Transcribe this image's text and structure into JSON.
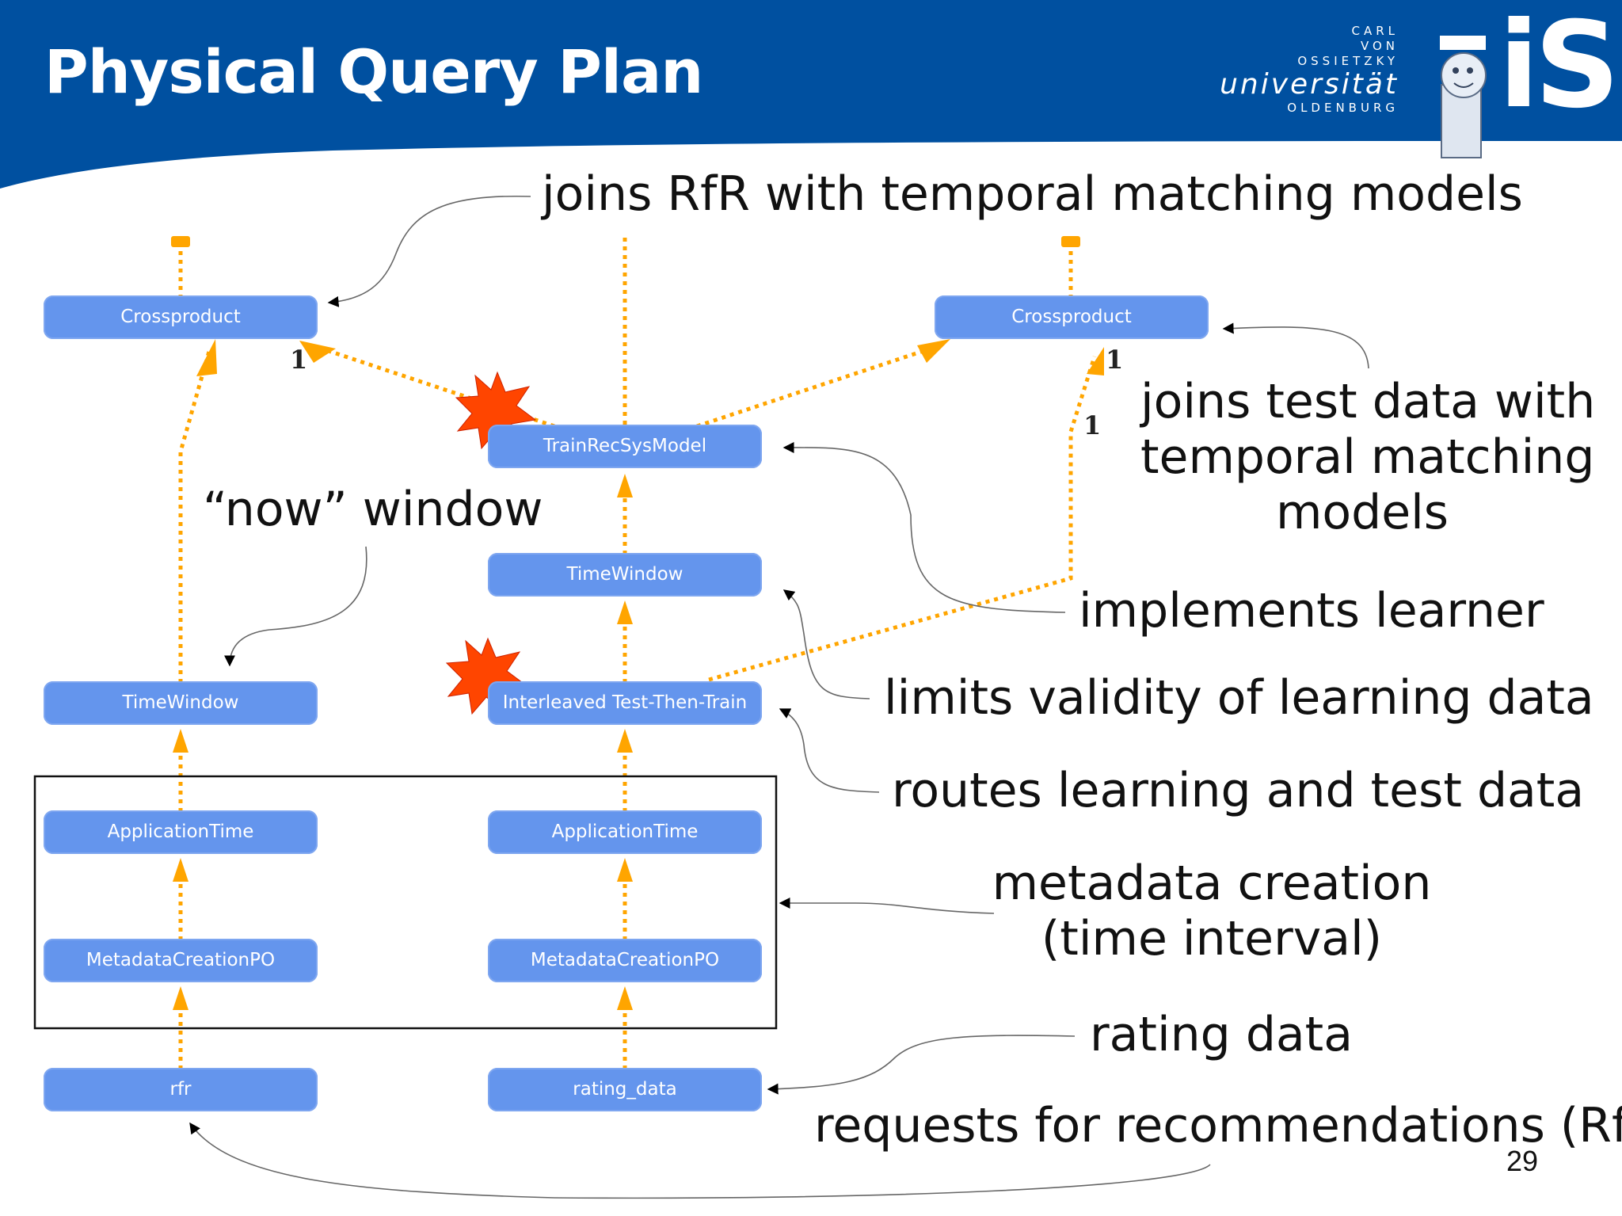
{
  "slide": {
    "title": "Physical Query Plan",
    "page_number": "29",
    "colors": {
      "header_background": "#0050a0",
      "node_fill": "#6495ed",
      "edge": "#ffa500",
      "burst": "#ff4500",
      "annotation_text": "#111111"
    }
  },
  "logo": {
    "university": {
      "line1": "CARL",
      "line2": "VON",
      "line3": "OSSIETZKY",
      "line4": "universität",
      "line5": "OLDENBURG"
    },
    "group": "iS",
    "mascot_icon": "mascot-icon"
  },
  "nodes": {
    "crossproduct_left": "Crossproduct",
    "crossproduct_right": "Crossproduct",
    "train_rec_sys_model": "TrainRecSysModel",
    "time_window_center": "TimeWindow",
    "time_window_left": "TimeWindow",
    "interleaved": "Interleaved Test-Then-Train",
    "application_time_left": "ApplicationTime",
    "application_time_center": "ApplicationTime",
    "metadata_creation_left": "MetadataCreationPO",
    "metadata_creation_center": "MetadataCreationPO",
    "rfr": "rfr",
    "rating_data": "rating_data"
  },
  "edge_labels": {
    "left_crossproduct_input": "1",
    "right_crossproduct_input": "1",
    "interleaved_output": "1"
  },
  "annotations": {
    "joins_rfr": "joins RfR with temporal matching models",
    "joins_test": [
      "joins test data with",
      "temporal matching",
      "models"
    ],
    "now_window": "“now” window",
    "implements_learner": "implements learner",
    "limits_validity": "limits validity of learning data",
    "routes": "routes learning and test data",
    "metadata_creation": [
      "metadata creation",
      "(time interval)"
    ],
    "rating_data": "rating data",
    "requests": "requests for recommendations (RfR)"
  }
}
